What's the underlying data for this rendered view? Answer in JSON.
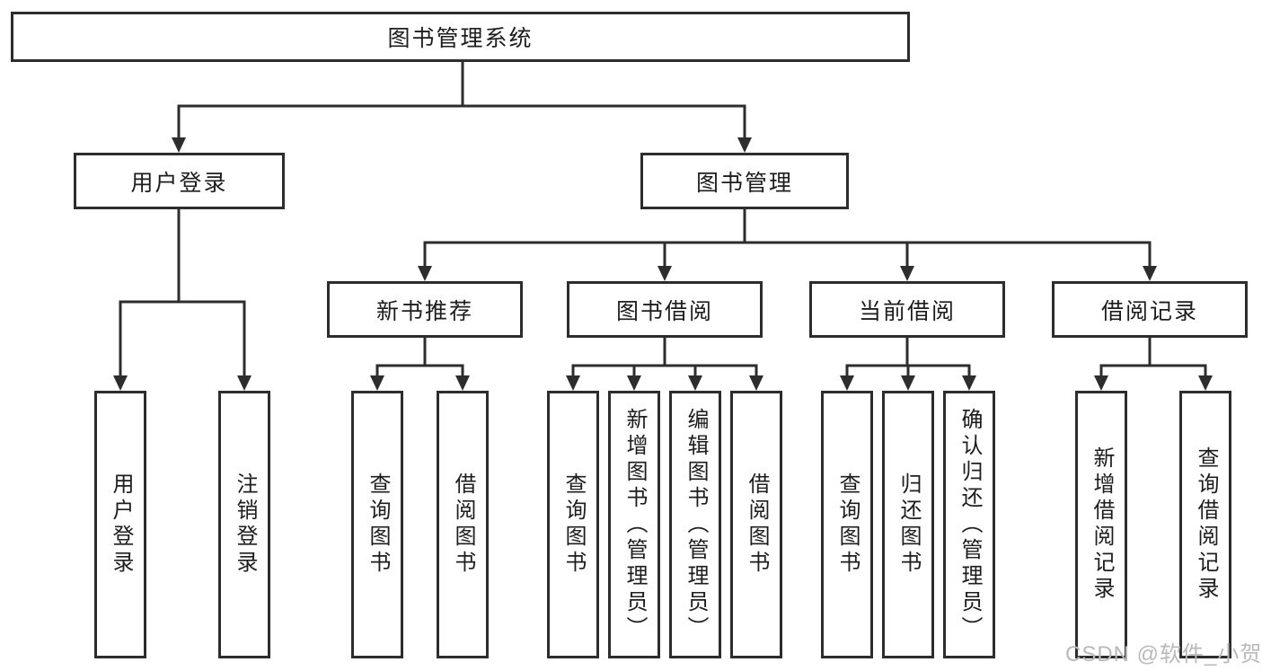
{
  "tree": {
    "root": {
      "label": "图书管理系统"
    },
    "login_branch": {
      "label": "用户登录",
      "children": [
        {
          "label": "用户登录"
        },
        {
          "label": "注销登录"
        }
      ]
    },
    "mgmt_branch": {
      "label": "图书管理",
      "groups": [
        {
          "label": "新书推荐",
          "children": [
            {
              "label": "查询图书"
            },
            {
              "label": "借阅图书"
            }
          ]
        },
        {
          "label": "图书借阅",
          "children": [
            {
              "label": "查询图书"
            },
            {
              "label": "新增图书（管理员）"
            },
            {
              "label": "编辑图书（管理员）"
            },
            {
              "label": "借阅图书"
            }
          ]
        },
        {
          "label": "当前借阅",
          "children": [
            {
              "label": "查询图书"
            },
            {
              "label": "归还图书"
            },
            {
              "label": "确认归还（管理员）"
            }
          ]
        },
        {
          "label": "借阅记录",
          "children": [
            {
              "label": "新增借阅记录"
            },
            {
              "label": "查询借阅记录"
            }
          ]
        }
      ]
    }
  },
  "watermark": "CSDN @软件_小贺同学",
  "colors": {
    "line": "#2d2d2d",
    "box_background": "#ffffff",
    "text": "#1d1d1d",
    "watermark": "#b9b9b9"
  }
}
